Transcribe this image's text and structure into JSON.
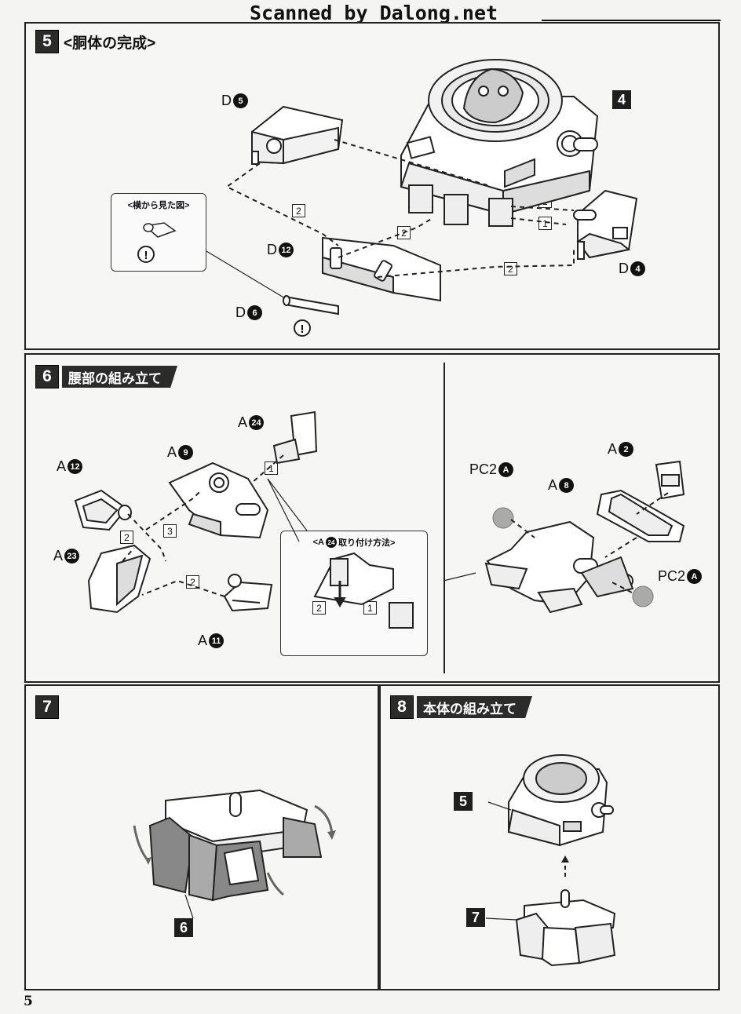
{
  "watermark": "Scanned by Dalong.net",
  "page_number": "5",
  "step5": {
    "number": "5",
    "title": "<胴体の完成>",
    "parts": {
      "d5": {
        "letter": "D",
        "num": "5"
      },
      "d12": {
        "letter": "D",
        "num": "12"
      },
      "d6": {
        "letter": "D",
        "num": "6"
      },
      "d4": {
        "letter": "D",
        "num": "4"
      }
    },
    "callout": "4",
    "side_view_title": "<横から見た図>",
    "notice_mark": "!",
    "seq": [
      "2",
      "2",
      "2",
      "1",
      "1"
    ]
  },
  "step6": {
    "number": "6",
    "title": "腰部の組み立て",
    "parts": {
      "a24": {
        "letter": "A",
        "num": "24"
      },
      "a9": {
        "letter": "A",
        "num": "9"
      },
      "a12": {
        "letter": "A",
        "num": "12"
      },
      "a23": {
        "letter": "A",
        "num": "23"
      },
      "a11": {
        "letter": "A",
        "num": "11"
      },
      "a2": {
        "letter": "A",
        "num": "2"
      },
      "a8": {
        "letter": "A",
        "num": "8"
      },
      "pc2a_1": {
        "letter": "PC2",
        "num": "A"
      },
      "pc2a_2": {
        "letter": "PC2",
        "num": "A"
      }
    },
    "inset_title_prefix": "<A",
    "inset_title_num": "24",
    "inset_title_suffix": "取り付け方法>",
    "seq": [
      "1",
      "3",
      "2",
      "2",
      "2",
      "1"
    ]
  },
  "step7": {
    "number": "7",
    "callout": "6"
  },
  "step8": {
    "number": "8",
    "title": "本体の組み立て",
    "callout_top": "5",
    "callout_bottom": "7"
  }
}
